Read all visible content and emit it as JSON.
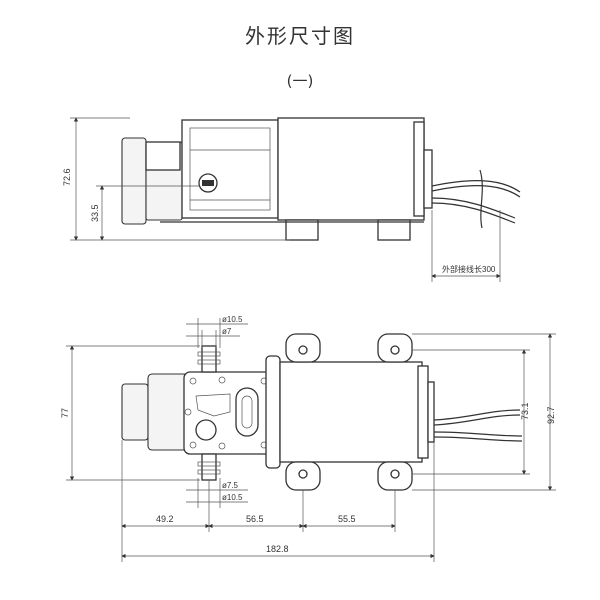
{
  "header": {
    "title": "外形尺寸图",
    "subtitle": "(一)"
  },
  "side_view": {
    "dim_height": "72.6",
    "dim_inlet_height": "33.5",
    "dim_wire_length": "外部接线长300"
  },
  "top_view": {
    "dim_port_outer_top": "ø10.5",
    "dim_port_inner_top": "ø7",
    "dim_port_inner_bottom": "ø7.5",
    "dim_port_outer_bottom": "ø10.5",
    "dim_head_height": "77",
    "dim_mount_spacing": "73.1",
    "dim_foot_width": "92.7",
    "dim_head_length": "49.2",
    "dim_port_to_mount": "56.5",
    "dim_mount_pitch": "55.5",
    "dim_total_length": "182.8"
  }
}
